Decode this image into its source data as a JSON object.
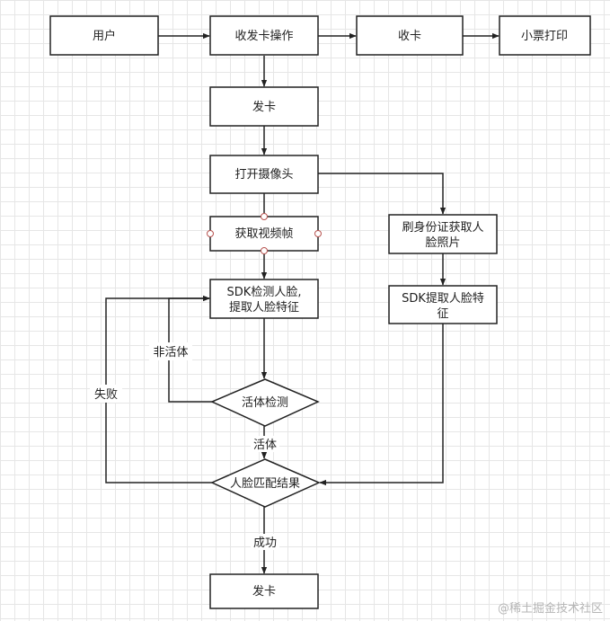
{
  "nodes": {
    "user": "用户",
    "issue_op": "收发卡操作",
    "collect": "收卡",
    "receipt": "小票打印",
    "issue_top": "发卡",
    "camera": "打开摄像头",
    "frame": "获取视频帧",
    "sdk_detect": [
      "SDK检测人脸,",
      "提取人脸特征"
    ],
    "id_card": [
      "刷身份证获取人",
      "脸照片"
    ],
    "sdk_extract": [
      "SDK提取人脸特",
      "征"
    ],
    "liveness": "活体检测",
    "match": "人脸匹配结果",
    "issue_bottom": "发卡"
  },
  "edges": {
    "not_live": "非活体",
    "fail": "失败",
    "live": "活体",
    "success": "成功"
  },
  "watermark": "@稀土掘金技术社区",
  "colors": {
    "stroke": "#222222",
    "fill": "#ffffff",
    "text": "#222222",
    "handle": "#b85450"
  }
}
